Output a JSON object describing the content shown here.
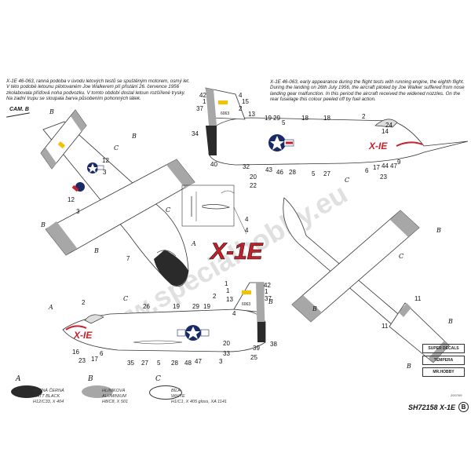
{
  "notes": {
    "czech": "X-1E 46-063, ranná podoba v úvodu letových testů se spuštěným motorem, osmý let. V této podobě letounu pilotovaném Joe Walkerem při přistání 26. července 1956 zkolabovala příďová noha podvozku. V tomto období dostal letoun rozšířené trysky. Na zadní trupu se sloupala barva působením pohonných látek.",
    "english": "X-1E 46-063, early appearance during the flight tests with running engine, the eighth flight. During the landing on 26th July 1956, the aircraft piloted by Joe Walker suffered from nose landing gear malfunction. In this period the aircraft received the widened nozzles. On the rear fuselage this colour peeled off by fuel action."
  },
  "cam_label": "CAM. B",
  "title_logo": "X-1E",
  "serial": "6063",
  "fuselage_text": "X-IE",
  "watermark": "www.specialhobby.eu",
  "parts": {
    "a": "A",
    "b": "B",
    "c": "C"
  },
  "callouts": {
    "n1": "1",
    "n2": "2",
    "n3": "3",
    "n4": "4",
    "n5": "5",
    "n6": "6",
    "n7": "7",
    "n9": "9",
    "n11": "11",
    "n12": "12",
    "n13": "13",
    "n14": "14",
    "n15": "15",
    "n16": "16",
    "n17": "17",
    "n18": "18",
    "n19": "19",
    "n20": "20",
    "n22": "22",
    "n23": "23",
    "n24": "24",
    "n25": "25",
    "n26": "26",
    "n27": "27",
    "n28": "28",
    "n29": "29",
    "n32": "32",
    "n33": "33",
    "n34": "34",
    "n35": "35",
    "n37": "37",
    "n38": "38",
    "n39": "39",
    "n40": "40",
    "n42": "42",
    "n43": "43",
    "n44": "44",
    "n46": "46",
    "n47": "47",
    "n48": "48"
  },
  "legend": [
    {
      "letter": "A",
      "text": [
        "MATNÁ ČERNÁ",
        "MATT BLACK",
        "H12/C33, X 404"
      ],
      "color": "#2a2a2a"
    },
    {
      "letter": "B",
      "text": [
        "HLINÍKOVÁ",
        "ALUMINIUM",
        "H8/C8, X 501"
      ],
      "color": "#a7a7a7"
    },
    {
      "letter": "C",
      "text": [
        "BÍLÁ",
        "WHITE",
        "H1/C1, X 405 gloss, XA 1141"
      ],
      "color": "#ffffff"
    }
  ],
  "brands": [
    "SUPER DECALS",
    "TEMPERA",
    "MR.HOBBY"
  ],
  "footer": {
    "code": "SH72158 X-1E",
    "badge": "B",
    "date": "2007/09"
  },
  "colors": {
    "aluminium": "#a7a7a7",
    "black": "#2a2a2a",
    "red": "#c8202a",
    "yellow": "#f2c200",
    "navy": "#1a2a66",
    "watermark": "#b9b9b9"
  }
}
